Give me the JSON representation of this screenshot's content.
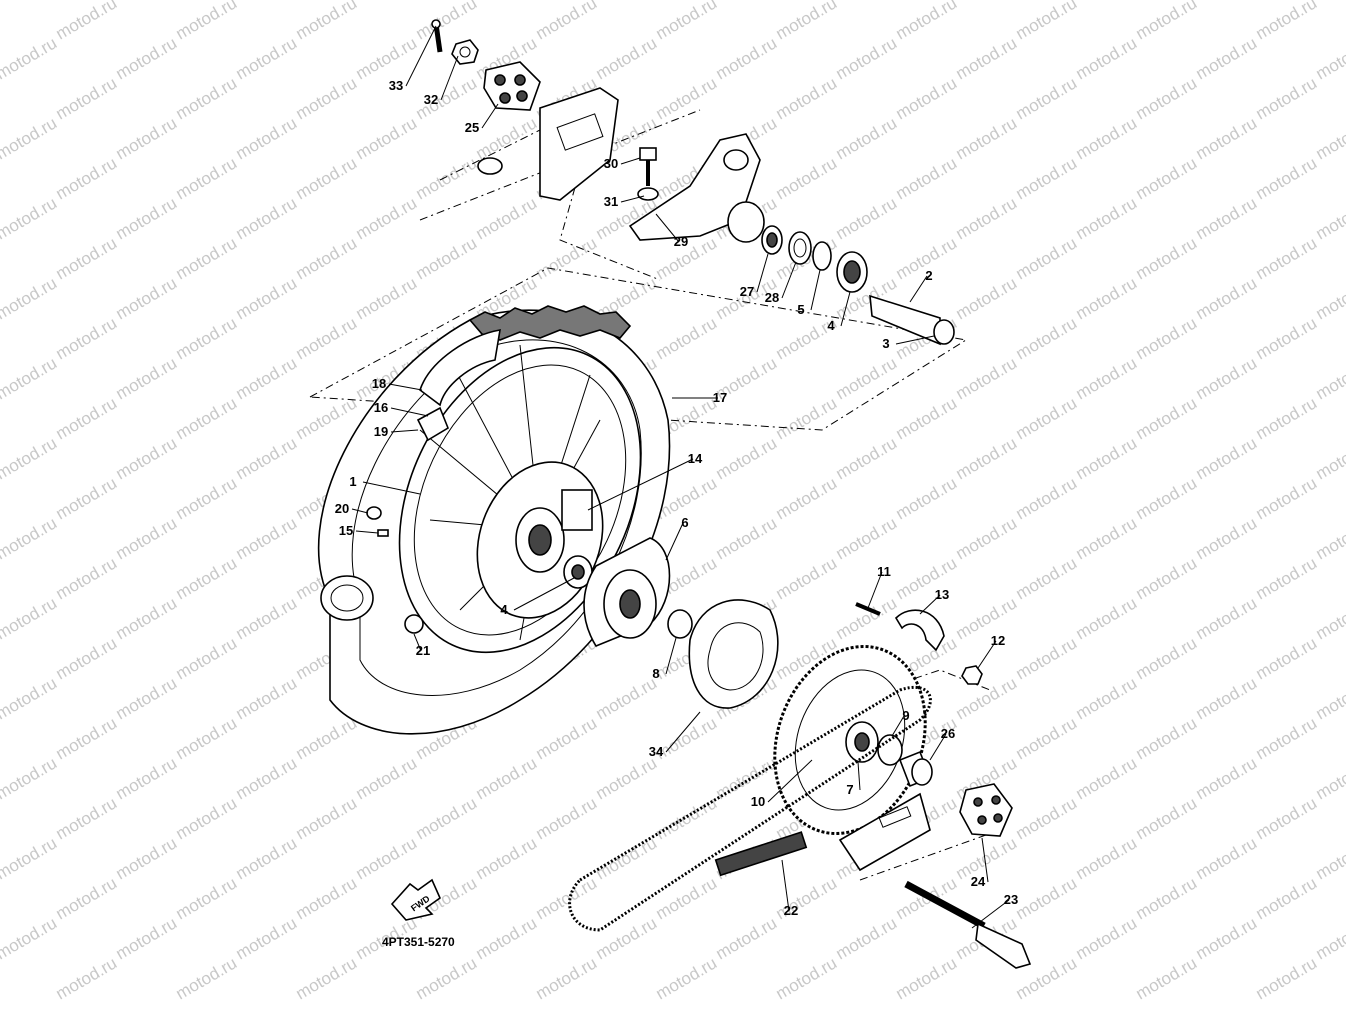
{
  "watermark": {
    "text": "motod.ru",
    "color": "#c8c8c8"
  },
  "diagram_code": "4PT351-5270",
  "fwd_badge": "FWD",
  "callouts": [
    {
      "id": "33",
      "label": "33"
    },
    {
      "id": "32",
      "label": "32"
    },
    {
      "id": "25",
      "label": "25"
    },
    {
      "id": "30",
      "label": "30"
    },
    {
      "id": "31",
      "label": "31"
    },
    {
      "id": "29",
      "label": "29"
    },
    {
      "id": "27",
      "label": "27"
    },
    {
      "id": "28",
      "label": "28"
    },
    {
      "id": "5",
      "label": "5"
    },
    {
      "id": "4a",
      "label": "4"
    },
    {
      "id": "2",
      "label": "2"
    },
    {
      "id": "3",
      "label": "3"
    },
    {
      "id": "18",
      "label": "18"
    },
    {
      "id": "16",
      "label": "16"
    },
    {
      "id": "19",
      "label": "19"
    },
    {
      "id": "17",
      "label": "17"
    },
    {
      "id": "1",
      "label": "1"
    },
    {
      "id": "14",
      "label": "14"
    },
    {
      "id": "20",
      "label": "20"
    },
    {
      "id": "15",
      "label": "15"
    },
    {
      "id": "6",
      "label": "6"
    },
    {
      "id": "4b",
      "label": "4"
    },
    {
      "id": "21",
      "label": "21"
    },
    {
      "id": "8",
      "label": "8"
    },
    {
      "id": "11",
      "label": "11"
    },
    {
      "id": "13",
      "label": "13"
    },
    {
      "id": "12",
      "label": "12"
    },
    {
      "id": "34",
      "label": "34"
    },
    {
      "id": "9",
      "label": "9"
    },
    {
      "id": "26",
      "label": "26"
    },
    {
      "id": "10",
      "label": "10"
    },
    {
      "id": "7",
      "label": "7"
    },
    {
      "id": "24",
      "label": "24"
    },
    {
      "id": "22",
      "label": "22"
    },
    {
      "id": "23",
      "label": "23"
    }
  ]
}
